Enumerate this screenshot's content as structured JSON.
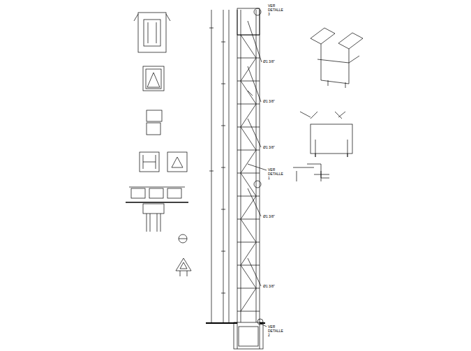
{
  "diagram": {
    "labels": [
      "VER DETALLE 3",
      "Ø1 3/8\"",
      "Ø1 3/8\"",
      "Ø1 3/8\"",
      "VER DETALLE 1",
      "Ø1 3/8\"",
      "Ø1 3/8\"",
      "VER DETALLE 2"
    ]
  }
}
